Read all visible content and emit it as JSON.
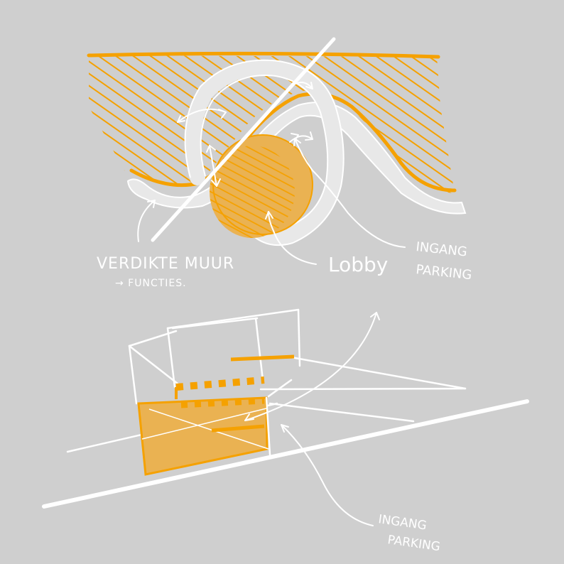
{
  "labels": {
    "wall_title": "VERDIKTE MUUR",
    "wall_sub": "→ FUNCTIES.",
    "lobby": "Lobby",
    "entrance_top_1": "INGANG",
    "entrance_top_2": "PARKING",
    "entrance_bottom_1": "INGANG",
    "entrance_bottom_2": "PARKING"
  },
  "colors": {
    "background": "#cfcfcf",
    "accent": "#f5a100",
    "accent_fill": "#eab252",
    "sketch_line": "#ffffff",
    "ribbon": "#e8e8e8"
  }
}
